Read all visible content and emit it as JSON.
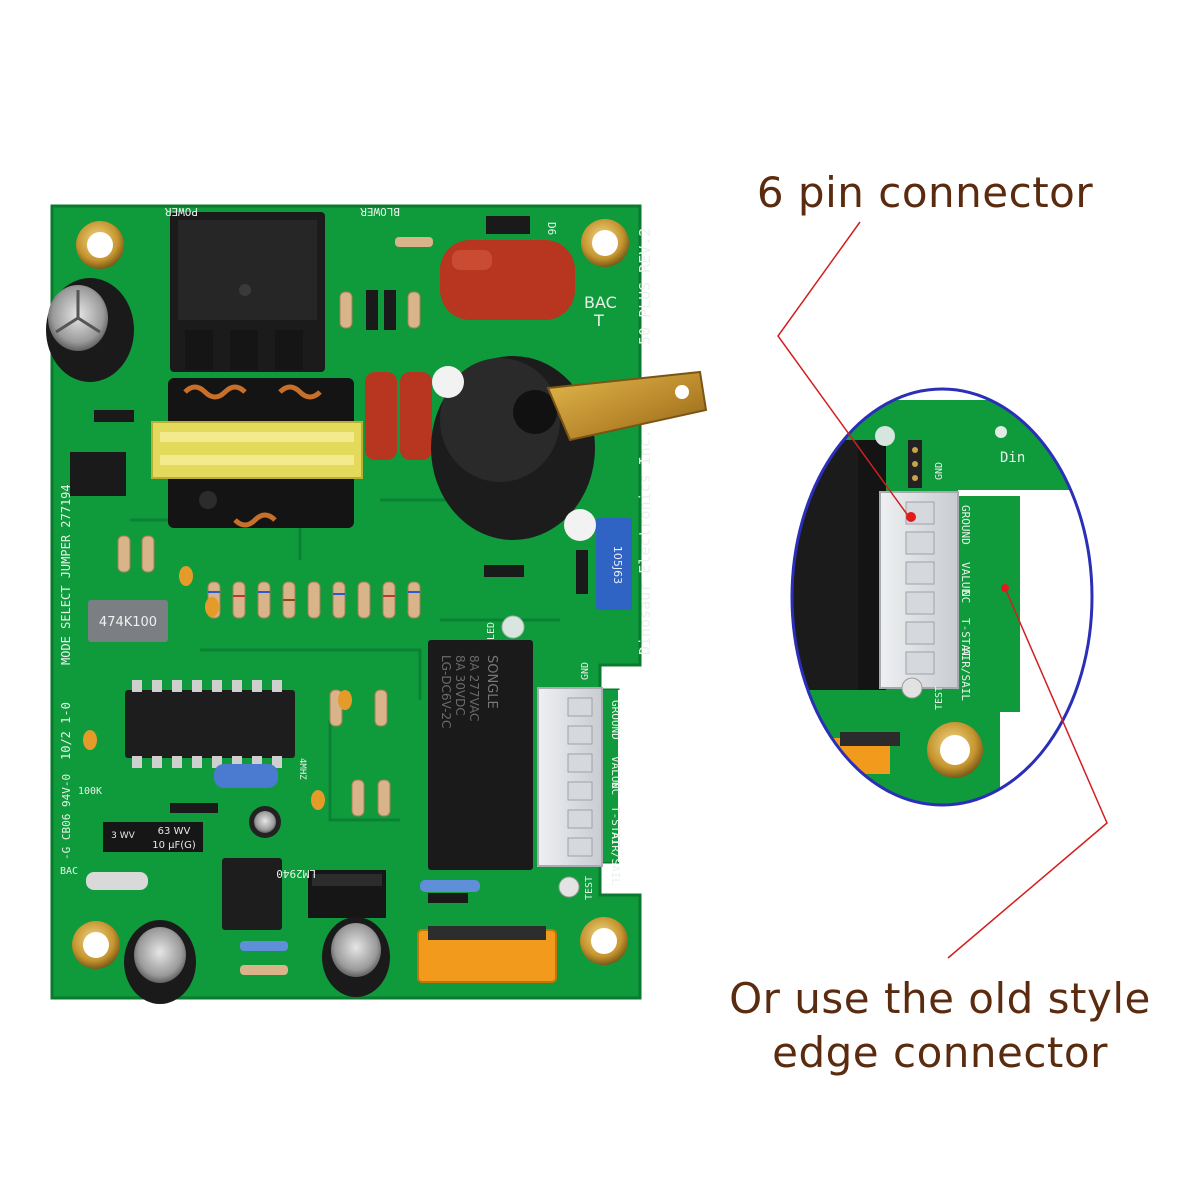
{
  "callouts": {
    "top_label": "6 pin connector",
    "bottom_label_line1": "Or use the old style",
    "bottom_label_line2": "edge connector"
  },
  "board": {
    "maker_text": "Dinosaur Electronics Inc.",
    "model_text": "50 PLUS REV.2",
    "bac_text": "BAC",
    "t_text": "T",
    "jumper_text": "MODE SELECT JUMPER 277194",
    "mode_text": "10/2 1-0",
    "cert_text": "-G CB06 94V-0",
    "bac_small": "BAC",
    "power_text": "POWER",
    "blower_text": "BLOWER",
    "d6_text": "D6",
    "led_text": "LED",
    "gnd_text": "GND",
    "test_text": "TEST",
    "chip_text": "LM2940",
    "res_100k": "100K",
    "cap_474": "474K100",
    "cap_105": "105J63",
    "osc_text": "4MHZ",
    "cap_63": "63 WV",
    "cap_10uf": "10 μF(G)",
    "cap_3wv": "3 WV",
    "relay_brand": "SONGLE",
    "relay_line1": "8A 277VAC",
    "relay_line2": "8A 30VDC",
    "relay_line3": "LG-DC6V-2C",
    "connector_labels": [
      "GROUND",
      "VALUE",
      "NC",
      "T-STAT",
      "AIR/SAIL"
    ]
  },
  "zoom": {
    "connector_labels": [
      "GROUND",
      "VALUE",
      "NC",
      "T-STAT",
      "AIR/SAIL"
    ],
    "gnd_text": "GND",
    "test_text": "TEST",
    "din_text": "Din"
  },
  "colors": {
    "pcb": "#0f9a3c",
    "pcb_dark": "#0a7a2e",
    "caption": "#5b2b10",
    "leader_line": "#d21f1f",
    "ellipse": "#2b2fb8",
    "brass": "#c99a3a"
  }
}
